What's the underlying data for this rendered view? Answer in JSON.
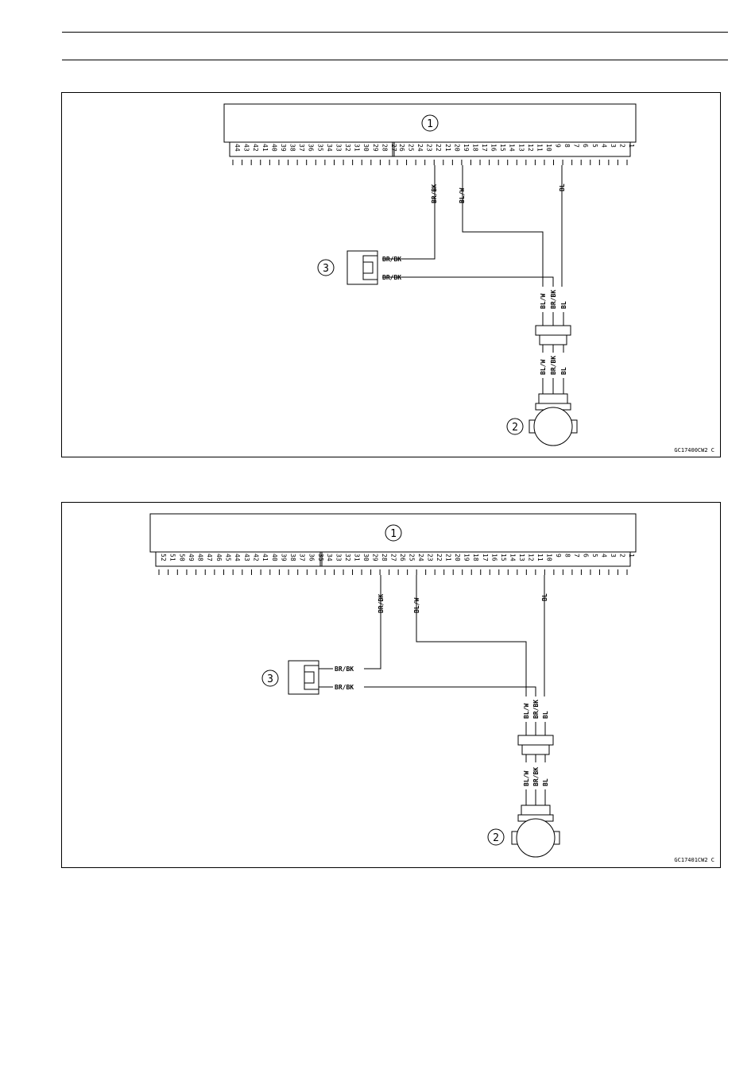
{
  "diagrams": [
    {
      "id": "diagram-1",
      "callouts": {
        "ecu": "1",
        "sensor": "2",
        "connector": "3"
      },
      "pins_right": [
        "26",
        "25",
        "24",
        "23",
        "22",
        "21",
        "20",
        "19",
        "18",
        "17",
        "16",
        "15",
        "14",
        "13",
        "12",
        "11",
        "10",
        "9",
        "8",
        "7",
        "6",
        "5",
        "4",
        "3",
        "2",
        "1"
      ],
      "pins_left": [
        "44",
        "43",
        "42",
        "41",
        "40",
        "39",
        "38",
        "37",
        "36",
        "35",
        "34",
        "33",
        "32",
        "31",
        "30",
        "29",
        "28",
        "27"
      ],
      "wires": {
        "brbk": "BR/BK",
        "blw": "BL/W",
        "bl": "BL"
      },
      "connector_labels": [
        "BR/BK",
        "BR/BK"
      ],
      "bundle_upper": [
        "BL/W",
        "BR/BK",
        "BL"
      ],
      "bundle_lower": [
        "BL/W",
        "BR/BK",
        "BL"
      ],
      "code": "GC17400CW2 C"
    },
    {
      "id": "diagram-2",
      "callouts": {
        "ecu": "1",
        "sensor": "2",
        "connector": "3"
      },
      "pins_right": [
        "34",
        "33",
        "32",
        "31",
        "30",
        "29",
        "28",
        "27",
        "26",
        "25",
        "24",
        "23",
        "22",
        "21",
        "20",
        "19",
        "18",
        "17",
        "16",
        "15",
        "14",
        "13",
        "12",
        "11",
        "10",
        "9",
        "8",
        "7",
        "6",
        "5",
        "4",
        "3",
        "2",
        "1"
      ],
      "pins_left": [
        "52",
        "51",
        "50",
        "49",
        "48",
        "47",
        "46",
        "45",
        "44",
        "43",
        "42",
        "41",
        "40",
        "39",
        "38",
        "37",
        "36",
        "35"
      ],
      "wires": {
        "brbk": "BR/BK",
        "blw": "BL/W",
        "bl": "BL"
      },
      "connector_labels": [
        "BR/BK",
        "BR/BK"
      ],
      "bundle_upper": [
        "BL/W",
        "BR/BK",
        "BL"
      ],
      "bundle_lower": [
        "BL/W",
        "BR/BK",
        "BL"
      ],
      "code": "GC17401CW2 C"
    }
  ]
}
